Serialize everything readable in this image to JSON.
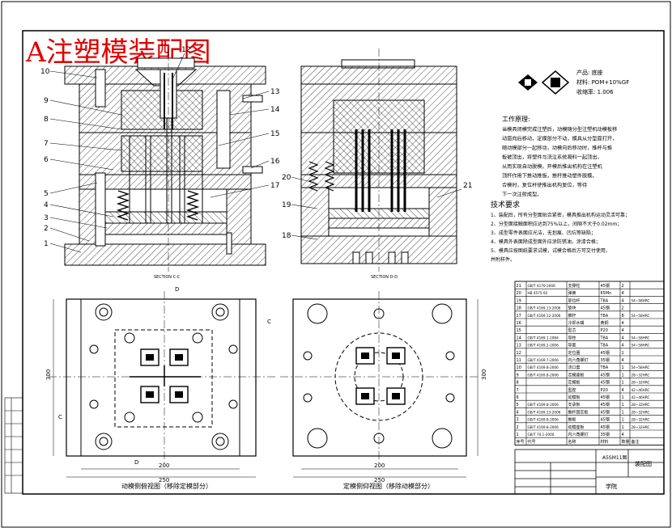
{
  "title": "A注塑模装配图",
  "product": {
    "product_line": "产品: 底座",
    "material_line": "材料: POM+10%GF",
    "shrink_line": "收缩率: 1.006"
  },
  "work_process": {
    "heading": "工作原理:",
    "lines": [
      "当模具闭模完成注塑后，动模随分型注塑机动模板移",
      "动面向后移动，定模部分不动，模具从分型面打开，",
      "随动模部分一起移动，动模向后移动时，推杆与推",
      "板被顶出，将塑件与浇注系统凝料一起顶出，",
      "从而实现自动脱模。开模后推出机构在注塑机",
      "顶杆作用下推动推板，推杆推动塑件脱模。",
      "合模时，复位杆使推出机构复位，等待",
      "下一次注射成型。"
    ]
  },
  "tech_req": {
    "heading": "技术要求",
    "lines": [
      "1、装配后，所有分型面贴合紧密，模具推出机构运动灵活可靠；",
      "2、分型面接触面积应达到75%以上，间隙不大于0.02mm；",
      "3、成型零件表面应光洁，无划痕、凹坑等缺陷；",
      "4、模具外表面除成型面外应涂防锈油，涂漆合格；",
      "5、模具应按图纸要求试模，试模合格后方可交付使用，",
      "   并附样件。"
    ]
  },
  "section_labels": {
    "left": "SECTION C-C",
    "right": "SECTION D-D"
  },
  "part_numbers_left": [
    "1",
    "2",
    "3",
    "4",
    "5",
    "6",
    "7",
    "8",
    "9",
    "10"
  ],
  "part_numbers_right_left": [
    "12",
    "13",
    "14",
    "15",
    "16",
    "17"
  ],
  "part_numbers_right_view": [
    "18",
    "19",
    "20",
    "21"
  ],
  "view_captions": {
    "left": "动模侧俯视图（移除定模部分）",
    "right": "定模侧仰视图（移除动模部分）"
  },
  "dims": {
    "d200": "200",
    "d250": "250",
    "d300": "300"
  },
  "cut_letters": {
    "c": "C",
    "d": "D"
  },
  "bom_rows": [
    {
      "no": "21",
      "std": "GB/T 4170-2006",
      "name": "支撑柱",
      "mat": "45钢",
      "qty": "2",
      "note": ""
    },
    {
      "no": "20",
      "std": "HB 4575-92",
      "name": "弹簧",
      "mat": "65Mn",
      "qty": "4",
      "note": ""
    },
    {
      "no": "19",
      "std": "",
      "name": "复位杆",
      "mat": "T8A",
      "qty": "4",
      "note": "54~58HRC"
    },
    {
      "no": "18",
      "std": "GB/T 4169.13-2006",
      "name": "垫块",
      "mat": "45钢",
      "qty": "2",
      "note": ""
    },
    {
      "no": "17",
      "std": "GB/T 4169.12-2006",
      "name": "推杆",
      "mat": "T8A",
      "qty": "8",
      "note": "54~58HRC"
    },
    {
      "no": "16",
      "std": "",
      "name": "冷却水嘴",
      "mat": "黄铜",
      "qty": "4",
      "note": ""
    },
    {
      "no": "15",
      "std": "",
      "name": "型芯",
      "mat": "P20",
      "qty": "4",
      "note": ""
    },
    {
      "no": "14",
      "std": "GB/T 4169.1-1984",
      "name": "导柱",
      "mat": "T8A",
      "qty": "4",
      "note": "54~58HRC"
    },
    {
      "no": "13",
      "std": "GB/T 4169.2-2006",
      "name": "导套",
      "mat": "T8A",
      "qty": "4",
      "note": "54~58HRC"
    },
    {
      "no": "12",
      "std": "",
      "name": "定位圈",
      "mat": "45钢",
      "qty": "1",
      "note": ""
    },
    {
      "no": "11",
      "std": "GB/T 4169.7-2006",
      "name": "内六角螺钉",
      "mat": "35钢",
      "qty": "4",
      "note": ""
    },
    {
      "no": "10",
      "std": "GB/T 4169.8-2006",
      "name": "浇口套",
      "mat": "T8A",
      "qty": "1",
      "note": "54~58HRC"
    },
    {
      "no": "9",
      "std": "GB/T 4169.8-2006",
      "name": "定模座板",
      "mat": "45钢",
      "qty": "1",
      "note": "28~32HRC"
    },
    {
      "no": "8",
      "std": "",
      "name": "定模板",
      "mat": "45钢",
      "qty": "1",
      "note": "28~32HRC"
    },
    {
      "no": "7",
      "std": "",
      "name": "型腔",
      "mat": "P20",
      "qty": "4",
      "note": "42~46HRC"
    },
    {
      "no": "6",
      "std": "",
      "name": "动模板",
      "mat": "45钢",
      "qty": "1",
      "note": "42~46HRC"
    },
    {
      "no": "5",
      "std": "GB/T 4169.8-2006",
      "name": "支承板",
      "mat": "45钢",
      "qty": "1",
      "note": "28~32HRC"
    },
    {
      "no": "4",
      "std": "GB/T 4169.13-2006",
      "name": "推杆固定板",
      "mat": "45钢",
      "qty": "1",
      "note": "28~32HRC"
    },
    {
      "no": "3",
      "std": "GB/T 4169.8-2006",
      "name": "推板",
      "mat": "45钢",
      "qty": "1",
      "note": "28~32HRC"
    },
    {
      "no": "2",
      "std": "GB/T 4169.8-2006",
      "name": "动模座板",
      "mat": "45钢",
      "qty": "1",
      "note": "28~32HRC"
    },
    {
      "no": "1",
      "std": "GB/T 70.1-2000",
      "name": "内六角螺钉",
      "mat": "35钢",
      "qty": "4",
      "note": ""
    }
  ],
  "bom_header": {
    "no": "序号",
    "std": "代号",
    "name": "名称",
    "mat": "材料",
    "qty": "数量",
    "note": "备注"
  },
  "title_block": {
    "drawing_no": "A5SM11图",
    "drawing_name": "装配图",
    "school": "学院"
  },
  "colors": {
    "ink": "#000000",
    "paper": "#ffffff",
    "title_red": "#e00000",
    "hatch": "#000000"
  }
}
